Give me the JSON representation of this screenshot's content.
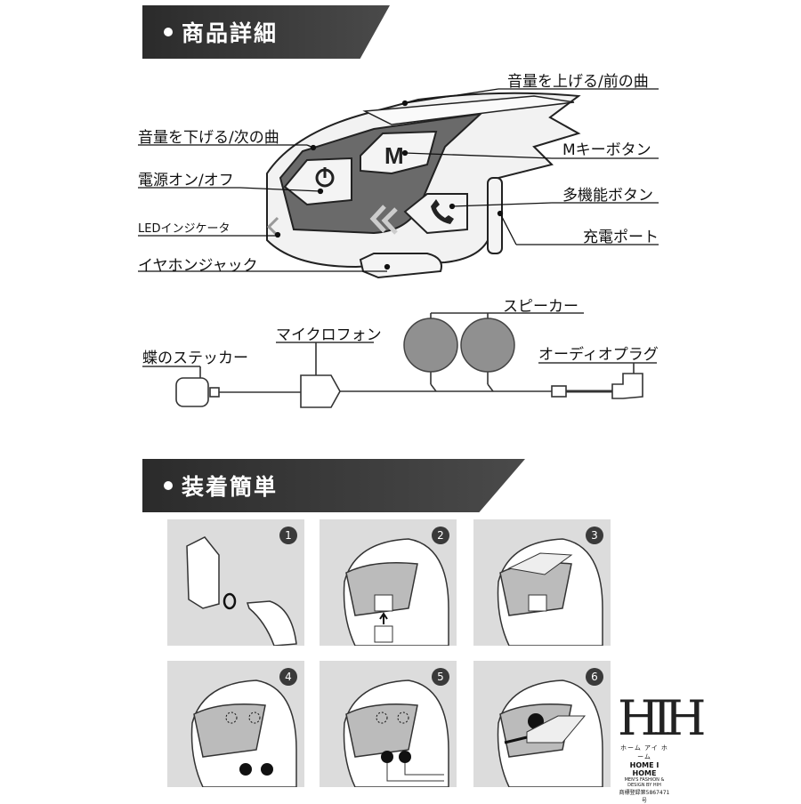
{
  "sections": {
    "details_title": "商品詳細",
    "install_title": "装着簡単"
  },
  "labels": {
    "vol_up": "音量を上げる/前の曲",
    "vol_down": "音量を下げる/次の曲",
    "m_key": "Mキーボタン",
    "power": "電源オン/オフ",
    "multi": "多機能ボタン",
    "led": "LEDインジケータ",
    "charge": "充電ポート",
    "earphone_jack": "イヤホンジャック",
    "speaker": "スピーカー",
    "microphone": "マイクロフォン",
    "sticker": "蝶のステッカー",
    "audio_plug": "オーディオプラグ",
    "m_button_glyph": "M"
  },
  "steps": [
    "1",
    "2",
    "3",
    "4",
    "5",
    "6"
  ],
  "logo": {
    "mark": "HIH",
    "kana": "ホーム アイ ホーム",
    "name": "HOME I HOME",
    "tagline": "MEN'S FASHION & DESIGN BY HIH",
    "trademark": "商標登録第5867471号"
  }
}
